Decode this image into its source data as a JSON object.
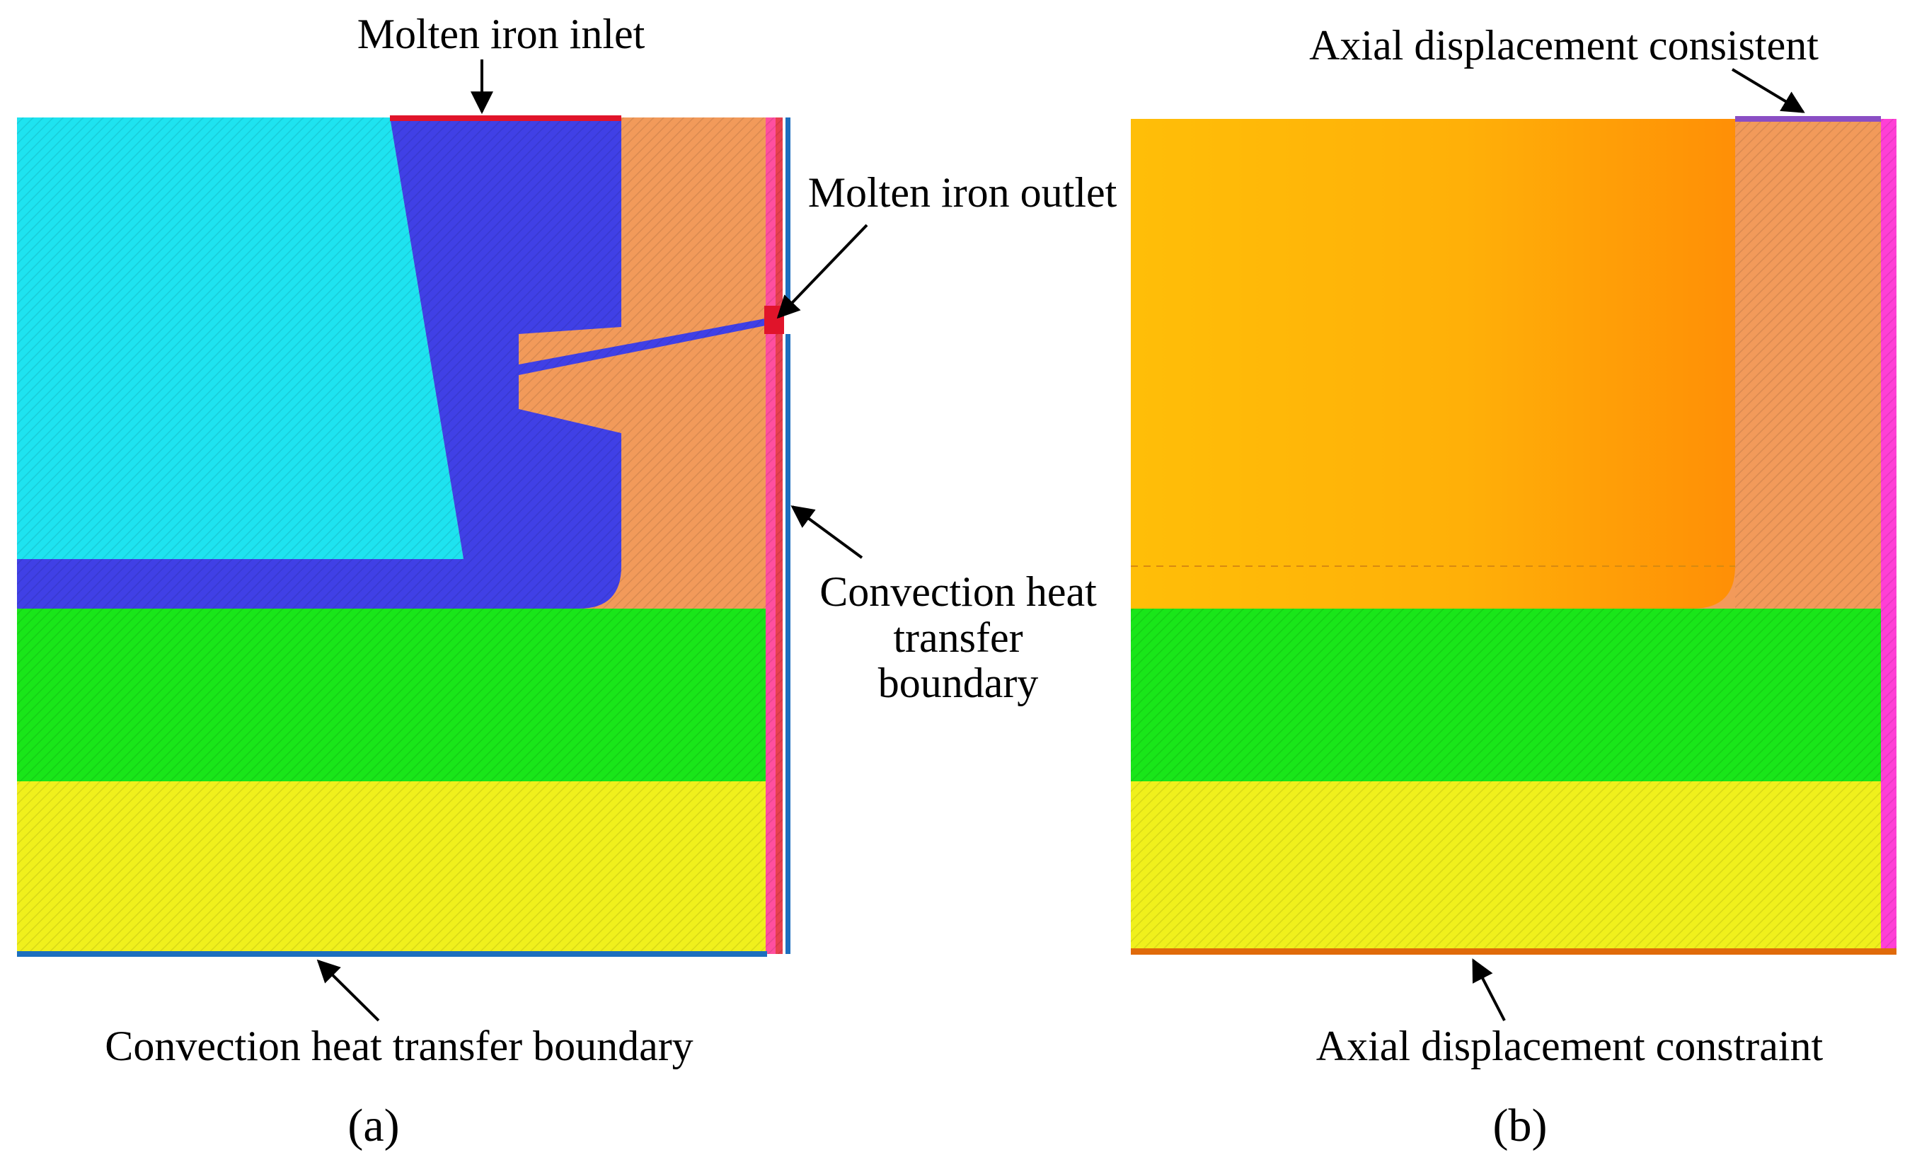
{
  "panel_a": {
    "caption": "(a)",
    "labels": {
      "inlet": "Molten iron inlet",
      "outlet": "Molten iron outlet",
      "side_boundary_line1": "Convection heat",
      "side_boundary_line2": "transfer",
      "side_boundary_line3": "boundary",
      "bottom_boundary": "Convection heat transfer boundary"
    }
  },
  "panel_b": {
    "caption": "(b)",
    "labels": {
      "top_boundary": "Axial displacement consistent",
      "bottom_boundary": "Axial displacement constraint"
    }
  },
  "colors": {
    "cyan_region": "#1ee3f0",
    "blue_region": "#4040e6",
    "orange_region": "#f29a5a",
    "green_region": "#19e619",
    "yellow_region": "#f0f01c",
    "pink_shell": "#ff4fa0",
    "red_shell": "#e8404f",
    "magenta_shell": "#ff3fd6",
    "blue_boundary": "#1d6fbe",
    "red_inlet": "#e0142a",
    "purple_boundary": "#8a4ec4",
    "gold_region": "#ffb00a",
    "orange_boundary": "#e06a0a"
  }
}
